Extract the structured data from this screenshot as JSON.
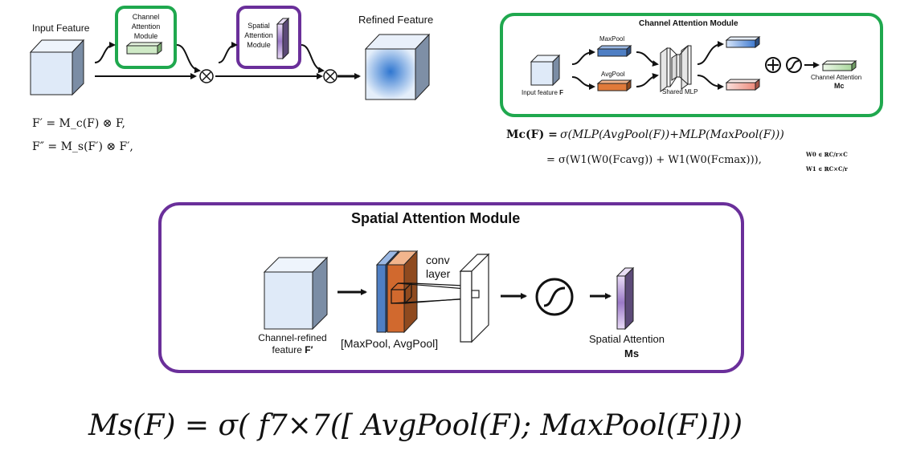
{
  "top_left": {
    "input_feature": "Input Feature",
    "channel_box": [
      "Channel",
      "Attention",
      "Module"
    ],
    "spatial_box": [
      "Spatial",
      "Attention",
      "Module"
    ],
    "refined_feature": "Refined Feature",
    "eq1": "F′ = M_c(F) ⊗ F,",
    "eq2": "F″ = M_s(F′) ⊗ F′,"
  },
  "channel_module": {
    "title": "Channel Attention Module",
    "maxpool": "MaxPool",
    "avgpool": "AvgPool",
    "input": "Input feature",
    "input_symbol": "F",
    "mlp": "Shared MLP",
    "output": "Channel Attention",
    "output_symbol": "Mc"
  },
  "channel_equation": {
    "line1_lhs": "Mc(F) =",
    "line1_rhs": "σ(MLP(AvgPool(F))+MLP(MaxPool(F)))",
    "line2": "= σ(W1(W0(Fcavg)) + W1(W0(Fcmax))),",
    "w0": "W0 ∈ ℝC/r×C",
    "w1": "W1 ∈ ℝC×C/r"
  },
  "spatial_module": {
    "title": "Spatial Attention Module",
    "conv": [
      "conv",
      "layer"
    ],
    "input": [
      "Channel-refined",
      "feature"
    ],
    "input_symbol": "F′",
    "pool": "[MaxPool, AvgPool]",
    "output": "Spatial Attention",
    "output_symbol": "Ms"
  },
  "big_equation": "Ms(F) = σ( f7×7([ AvgPool(F); MaxPool(F)]))",
  "colors": {
    "green": "#1fa84e",
    "purple": "#6a2f9a",
    "blue": "#4f7fc4",
    "orange": "#e07a3a"
  }
}
